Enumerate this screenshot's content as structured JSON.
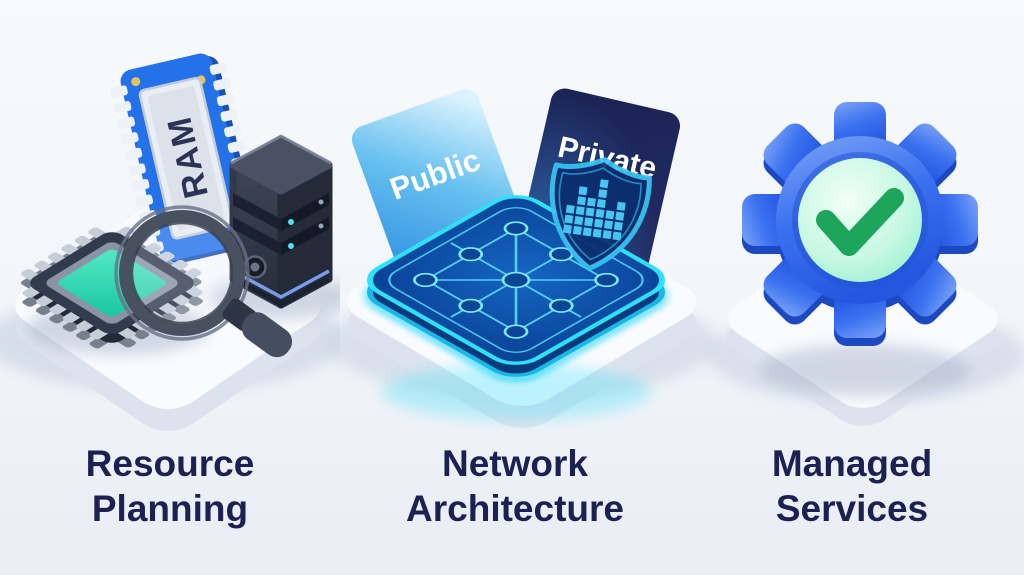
{
  "page": {
    "background_top": "#f7f9fc",
    "background_bottom": "#e9edf4"
  },
  "panels": [
    {
      "id": "resource-planning",
      "title": "Resource Planning",
      "title_lines": [
        "Resource",
        "Planning"
      ],
      "icons": [
        "cpu-chip-icon",
        "ram-module-icon",
        "server-tower-icon",
        "magnifier-icon"
      ],
      "ram_label": "RAM"
    },
    {
      "id": "network-architecture",
      "title": "Network Architecture",
      "title_lines": [
        "Network",
        "Architecture"
      ],
      "zones": [
        {
          "label": "Public",
          "color_top": "#d6f1fd",
          "color_bottom": "#2f8fdf"
        },
        {
          "label": "Private",
          "color_top": "#1b2254",
          "color_bottom": "#2a3a78"
        }
      ],
      "icons": [
        "network-mesh-icon",
        "security-shield-icon"
      ]
    },
    {
      "id": "managed-services",
      "title": "Managed Services",
      "title_lines": [
        "Managed",
        "Services"
      ],
      "icons": [
        "gear-icon",
        "checkmark-icon"
      ]
    }
  ],
  "colors": {
    "title_text": "#1b2150",
    "accent_cyan": "#2fe0fa",
    "board_blue": "#0d4da5",
    "gear_blue": "#3b72f0",
    "check_green": "#1da55c",
    "chip_teal": "#2bd9b4",
    "ram_blue": "#2472ea",
    "server_dark": "#2b3242",
    "platform_white": "#f9fbfe"
  }
}
